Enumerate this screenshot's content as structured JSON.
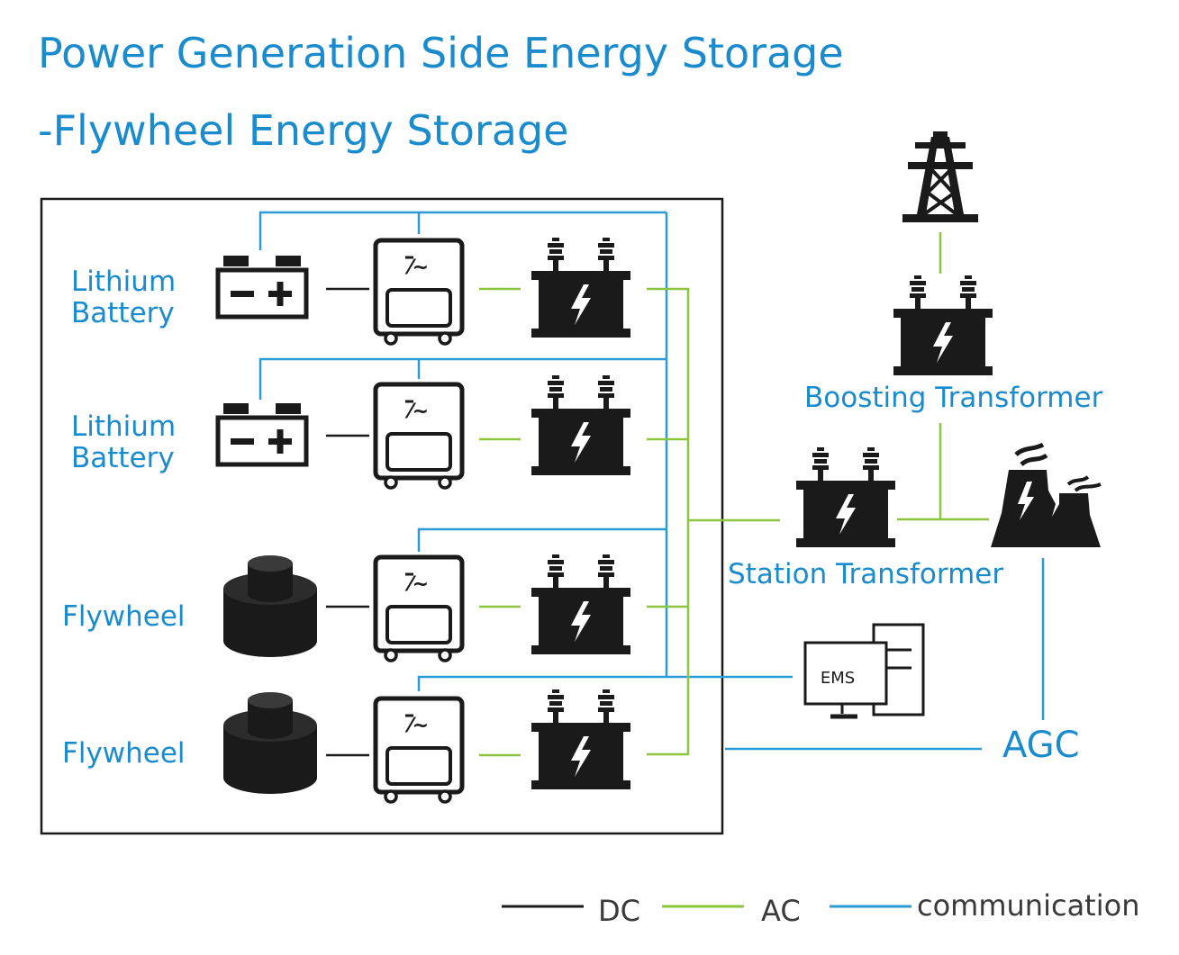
{
  "title": {
    "line1": "Power Generation Side Energy Storage",
    "line2": "-Flywheel Energy Storage"
  },
  "units": [
    {
      "label_line1": "Lithium",
      "label_line2": "Battery",
      "source_icon": "battery-icon"
    },
    {
      "label_line1": "Lithium",
      "label_line2": "Battery",
      "source_icon": "battery-icon"
    },
    {
      "label_line1": "Flywheel",
      "label_line2": "",
      "source_icon": "flywheel-icon"
    },
    {
      "label_line1": "Flywheel",
      "label_line2": "",
      "source_icon": "flywheel-icon"
    }
  ],
  "grid": {
    "boosting_transformer": "Boosting Transformer",
    "station_transformer": "Station Transformer",
    "ems": "EMS",
    "agc": "AGC",
    "tower_icon": "transmission-tower-icon",
    "plant_icon": "power-plant-icon"
  },
  "legend": {
    "dc": "DC",
    "ac": "AC",
    "communication": "communication"
  },
  "colors": {
    "dc": "#1a1a1a",
    "ac": "#8cc63f",
    "communication": "#2a9bd6",
    "text": "#1a8ccd"
  }
}
